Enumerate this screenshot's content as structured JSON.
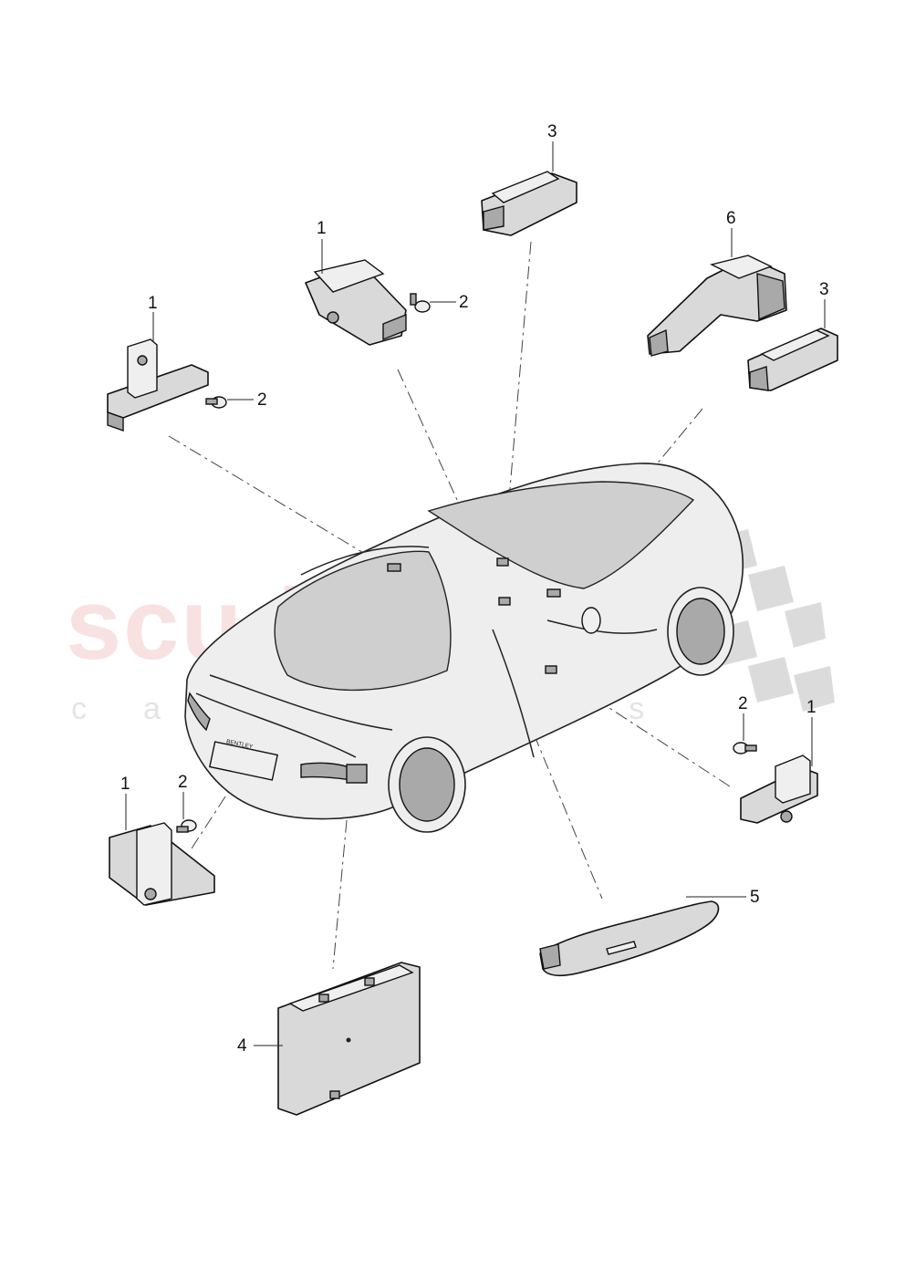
{
  "watermark": {
    "main": "scuderia",
    "sub": "car parts"
  },
  "car": {
    "badge_text": "BENTLEY"
  },
  "callouts": [
    {
      "id": "c1-left",
      "label": "1"
    },
    {
      "id": "c2-left",
      "label": "2"
    },
    {
      "id": "c1-top",
      "label": "1"
    },
    {
      "id": "c2-top",
      "label": "2"
    },
    {
      "id": "c3-top",
      "label": "3"
    },
    {
      "id": "c6-right",
      "label": "6"
    },
    {
      "id": "c3-right",
      "label": "3"
    },
    {
      "id": "c2-rightmid",
      "label": "2"
    },
    {
      "id": "c1-rightmid",
      "label": "1"
    },
    {
      "id": "c1-bottomleft",
      "label": "1"
    },
    {
      "id": "c2-bottomleft",
      "label": "2"
    },
    {
      "id": "c5-handle",
      "label": "5"
    },
    {
      "id": "c4-module",
      "label": "4"
    }
  ]
}
